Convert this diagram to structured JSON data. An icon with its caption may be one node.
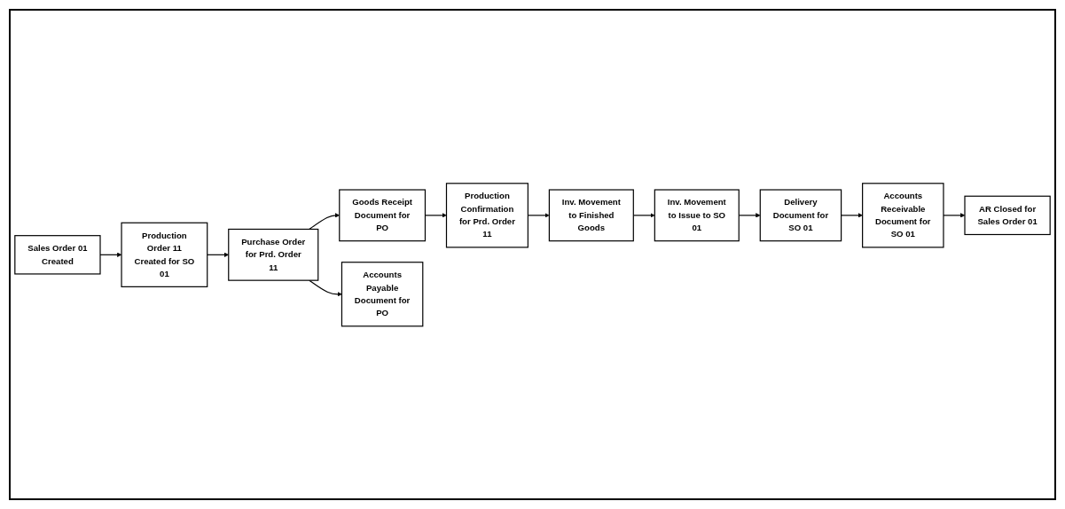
{
  "diagram": {
    "nodes": [
      {
        "text": [
          "Sales Order 01 Created"
        ]
      },
      {
        "text": [
          "Production Order 11 Created for SO 01"
        ]
      },
      {
        "text": [
          "Purchase Order for Prd. Order 11"
        ]
      },
      {
        "text": [
          "Goods Receipt Document for PO"
        ]
      },
      {
        "text": [
          "Production Confirmation for Prd. Order 11"
        ]
      },
      {
        "text": [
          "Accounts Payable Document for PO"
        ]
      },
      {
        "text": [
          "Inv. Movement to Finished Goods"
        ]
      },
      {
        "text": [
          "Inv. Movement to Issue to SO 01"
        ]
      },
      {
        "text": [
          "Delivery Document for SO 01"
        ]
      },
      {
        "text": [
          "Accounts Receivable Document for SO 01"
        ]
      },
      {
        "text": [
          "AR Closed for Sales Order 01"
        ]
      }
    ],
    "edges": [
      {
        "from": 0,
        "to": 1,
        "arrow": "to"
      },
      {
        "from": 1,
        "to": 2,
        "arrow": "to"
      },
      {
        "from": 2,
        "to": 3,
        "arrow": "to"
      },
      {
        "from": 3,
        "to": 4,
        "arrow": "to"
      },
      {
        "from": 2,
        "to": 5,
        "arrow": "to"
      },
      {
        "from": 4,
        "to": 6,
        "arrow": "to"
      },
      {
        "from": 6,
        "to": 7,
        "arrow": "to"
      },
      {
        "from": 7,
        "to": 8,
        "arrow": "to"
      },
      {
        "from": 8,
        "to": 9,
        "arrow": "to"
      },
      {
        "from": 9,
        "to": 10,
        "arrow": "to"
      }
    ]
  }
}
